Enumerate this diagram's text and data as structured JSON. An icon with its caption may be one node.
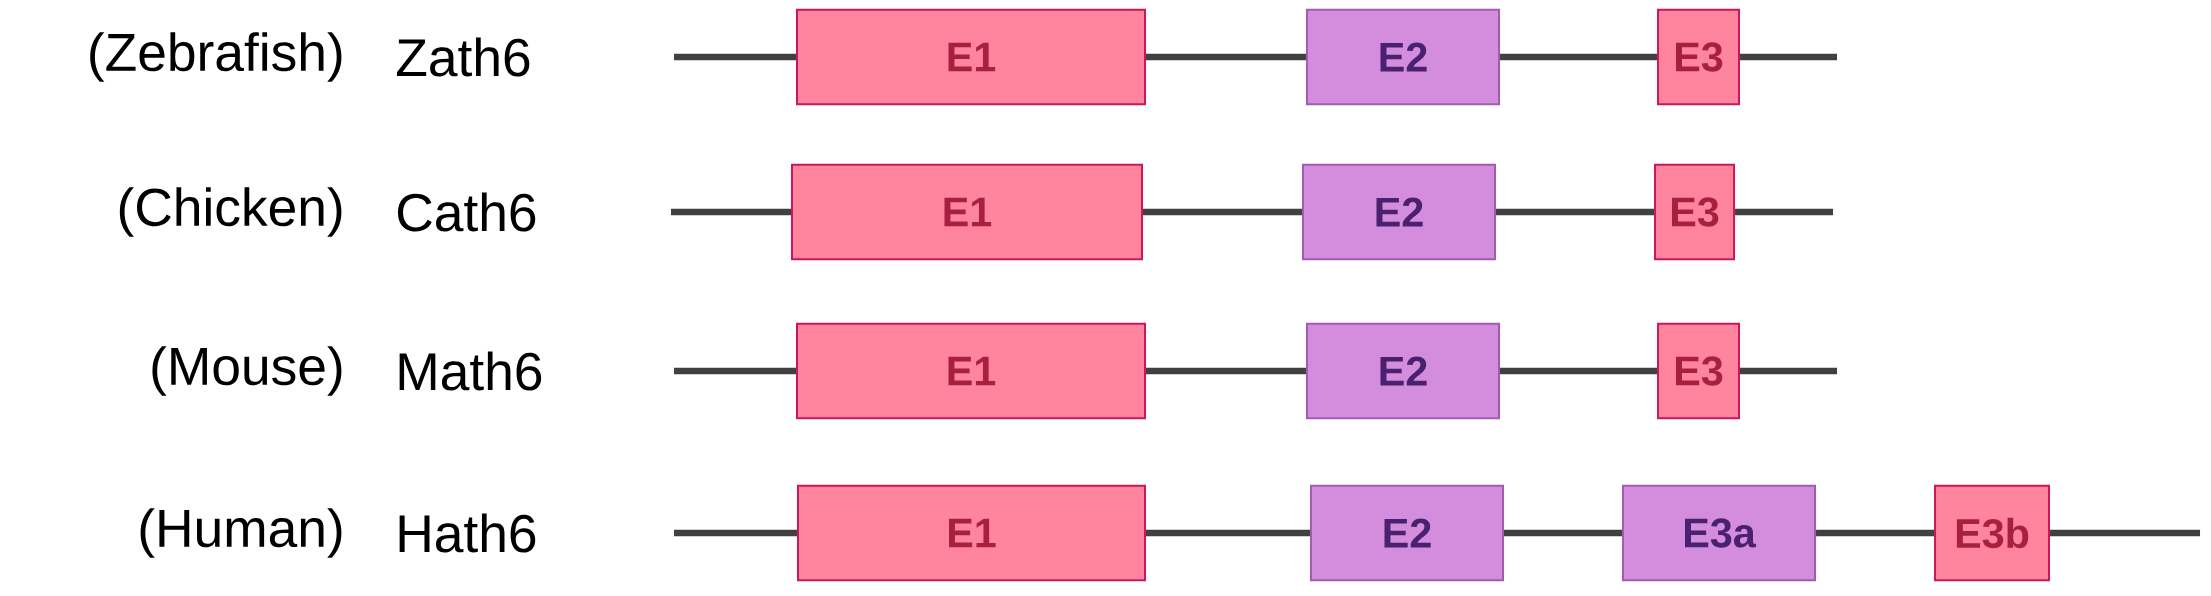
{
  "diagram": {
    "nodes": [
      {
        "text": [
          "E1"
        ]
      },
      {
        "text": [
          "E2"
        ]
      },
      {
        "text": [
          "E3"
        ]
      },
      {
        "text": [
          "E1"
        ]
      },
      {
        "text": [
          "E2"
        ]
      },
      {
        "text": [
          "E3"
        ]
      },
      {
        "text": [
          "E1"
        ]
      },
      {
        "text": [
          "E2"
        ]
      },
      {
        "text": [
          "E3"
        ]
      },
      {
        "text": [
          "E1"
        ]
      },
      {
        "text": [
          "E2"
        ]
      },
      {
        "text": [
          "E3a"
        ]
      },
      {
        "text": [
          "E3b"
        ]
      }
    ],
    "edges": [
      {
        "from": null,
        "to": 0,
        "arrow": "none"
      },
      {
        "from": 0,
        "to": 1,
        "arrow": "none"
      },
      {
        "from": 1,
        "to": 2,
        "arrow": "none"
      },
      {
        "from": 2,
        "to": null,
        "arrow": "none"
      },
      {
        "from": null,
        "to": 3,
        "arrow": "none"
      },
      {
        "from": 3,
        "to": 4,
        "arrow": "none"
      },
      {
        "from": 4,
        "to": 5,
        "arrow": "none"
      },
      {
        "from": 5,
        "to": null,
        "arrow": "none"
      },
      {
        "from": null,
        "to": 6,
        "arrow": "none"
      },
      {
        "from": 6,
        "to": 7,
        "arrow": "none"
      },
      {
        "from": 7,
        "to": 8,
        "arrow": "none"
      },
      {
        "from": 8,
        "to": null,
        "arrow": "none"
      },
      {
        "from": null,
        "to": 9,
        "arrow": "none"
      },
      {
        "from": 9,
        "to": 10,
        "arrow": "none"
      },
      {
        "from": 10,
        "to": 11,
        "arrow": "none"
      },
      {
        "from": 11,
        "to": 12,
        "arrow": "none"
      },
      {
        "from": 12,
        "to": null,
        "arrow": "none"
      }
    ],
    "labels": [
      "(Zebrafish)",
      "Zath6",
      "(Chicken)",
      "Cath6",
      "(Mouse)",
      "Math6",
      "(Human)",
      "Hath6"
    ]
  }
}
